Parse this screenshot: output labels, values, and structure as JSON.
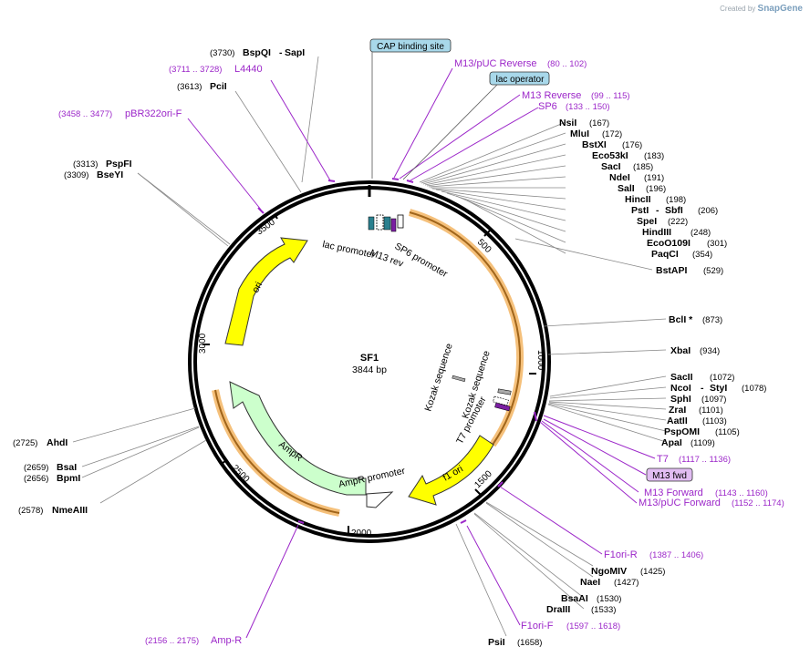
{
  "brand": {
    "created_by": "Created by",
    "app": "SnapGene"
  },
  "plasmid": {
    "name": "SF1",
    "size": "3844 bp"
  },
  "ticks": [
    "500",
    "1000",
    "1500",
    "2000",
    "2500",
    "3000",
    "3500"
  ],
  "enzymes": [
    {
      "name": "BspQI",
      "name2": "SapI",
      "pos": "(3730)"
    },
    {
      "name": "PciI",
      "pos": "(3613)"
    },
    {
      "name": "PspFI",
      "pos": "(3313)"
    },
    {
      "name": "BseYI",
      "pos": "(3309)"
    },
    {
      "name": "NsiI",
      "pos": "(167)"
    },
    {
      "name": "MluI",
      "pos": "(172)"
    },
    {
      "name": "BstXI",
      "pos": "(176)"
    },
    {
      "name": "Eco53kI",
      "pos": "(183)"
    },
    {
      "name": "SacI",
      "pos": "(185)"
    },
    {
      "name": "NdeI",
      "pos": "(191)"
    },
    {
      "name": "SalI",
      "pos": "(196)"
    },
    {
      "name": "HincII",
      "pos": "(198)"
    },
    {
      "name": "PstI",
      "name2": "SbfI",
      "pos": "(206)"
    },
    {
      "name": "SpeI",
      "pos": "(222)"
    },
    {
      "name": "HindIII",
      "pos": "(248)"
    },
    {
      "name": "EcoO109I",
      "pos": "(301)"
    },
    {
      "name": "PaqCI",
      "pos": "(354)"
    },
    {
      "name": "BstAPI",
      "pos": "(529)"
    },
    {
      "name": "BclI *",
      "pos": "(873)"
    },
    {
      "name": "XbaI",
      "pos": "(934)"
    },
    {
      "name": "SacII",
      "pos": "(1072)"
    },
    {
      "name": "NcoI",
      "name2": "StyI",
      "pos": "(1078)"
    },
    {
      "name": "SphI",
      "pos": "(1097)"
    },
    {
      "name": "ZraI",
      "pos": "(1101)"
    },
    {
      "name": "AatII",
      "pos": "(1103)"
    },
    {
      "name": "PspOMI",
      "pos": "(1105)"
    },
    {
      "name": "ApaI",
      "pos": "(1109)"
    },
    {
      "name": "NgoMIV",
      "pos": "(1425)"
    },
    {
      "name": "NaeI",
      "pos": "(1427)"
    },
    {
      "name": "BsaAI",
      "pos": "(1530)"
    },
    {
      "name": "DraIII",
      "pos": "(1533)"
    },
    {
      "name": "PsiI",
      "pos": "(1658)"
    },
    {
      "name": "AhdI",
      "pos": "(2725)"
    },
    {
      "name": "BsaI",
      "pos": "(2659)"
    },
    {
      "name": "BpmI",
      "pos": "(2656)"
    },
    {
      "name": "NmeAIII",
      "pos": "(2578)"
    }
  ],
  "primers": [
    {
      "name": "L4440",
      "pos": "(3711 .. 3728)"
    },
    {
      "name": "pBR322ori-F",
      "pos": "(3458 .. 3477)"
    },
    {
      "name": "M13/pUC Reverse",
      "pos": "(80 .. 102)"
    },
    {
      "name": "M13 Reverse",
      "pos": "(99 .. 115)"
    },
    {
      "name": "SP6",
      "pos": "(133 .. 150)"
    },
    {
      "name": "T7",
      "pos": "(1117 .. 1136)"
    },
    {
      "name": "M13 fwd",
      "pos": ""
    },
    {
      "name": "M13 Forward",
      "pos": "(1143 .. 1160)"
    },
    {
      "name": "M13/pUC Forward",
      "pos": "(1152 .. 1174)"
    },
    {
      "name": "F1ori-R",
      "pos": "(1387 .. 1406)"
    },
    {
      "name": "F1ori-F",
      "pos": "(1597 .. 1618)"
    },
    {
      "name": "Amp-R",
      "pos": "(2156 .. 2175)"
    }
  ],
  "boxed_features": [
    "CAP binding site",
    "lac operator"
  ],
  "features": {
    "lac_promoter": "lac promoter",
    "m13_rev": "M13 rev",
    "sp6_promoter": "SP6 promoter",
    "ori": "ori",
    "ampr": "AmpR",
    "ampr_promoter": "AmpR promoter",
    "f1_ori": "f1 ori",
    "t7_promoter": "T7 promoter",
    "kozak1": "Kozak sequence",
    "kozak2": "Kozak sequence"
  },
  "colors": {
    "primer": "#9c27c9",
    "ori": "#ffff00",
    "ampr": "#ccffcc",
    "orange_halo": "#f5c07a",
    "boxed_bg": "#a8d8ea"
  }
}
